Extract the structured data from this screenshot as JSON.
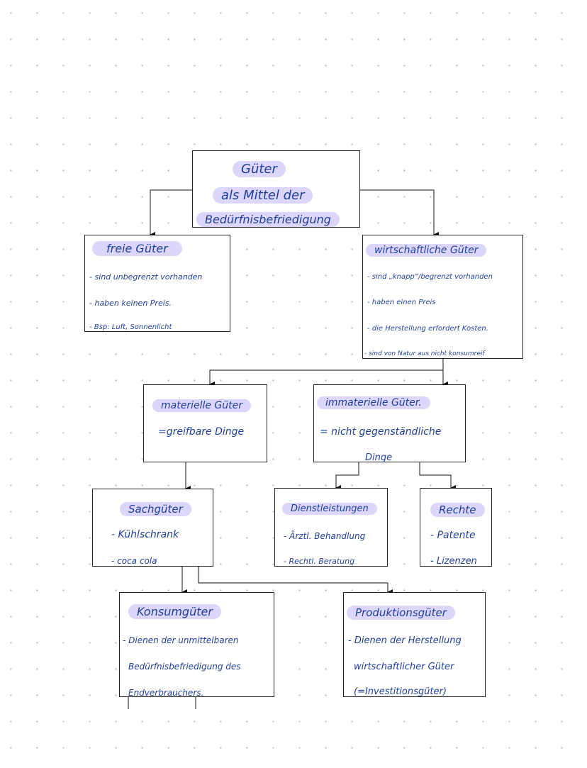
{
  "colors": {
    "ink": "#1f3f9a",
    "highlight": "#dcd6fb",
    "border": "#222222",
    "grid_dot": "#b9b9b9"
  },
  "root": {
    "title_1": "Güter",
    "title_2": "als Mittel der",
    "title_3": "Bedürfnisbefriedigung"
  },
  "freie": {
    "title": "freie Güter",
    "items": [
      "- sind unbegrenzt vorhanden",
      "- haben keinen Preis.",
      "- Bsp: Luft, Sonnenlicht"
    ]
  },
  "wirtschaftliche": {
    "title": "wirtschaftliche Güter",
    "items": [
      "- sind „knapp“/begrenzt vorhanden",
      "- haben einen Preis",
      "- die Herstellung erfordert Kosten.",
      "- sind von Natur aus nicht konsumreif"
    ]
  },
  "materielle": {
    "title": "materielle Güter",
    "items": [
      "=greifbare Dinge"
    ]
  },
  "immaterielle": {
    "title": "immaterielle Güter.",
    "items": [
      "= nicht gegenständliche",
      "Dinge"
    ]
  },
  "sachgueter": {
    "title": "Sachgüter",
    "items": [
      "- Kühlschrank",
      "- coca cola"
    ]
  },
  "dienstleistungen": {
    "title": "Dienstleistungen",
    "items": [
      "- Ärztl. Behandlung",
      "- Rechtl. Beratung"
    ]
  },
  "rechte": {
    "title": "Rechte",
    "items": [
      "- Patente",
      "- Lizenzen"
    ]
  },
  "konsum": {
    "title": "Konsumgüter",
    "items": [
      "- Dienen der unmittelbaren",
      "Bedürfnisbefriedigung des",
      "Endverbrauchers."
    ]
  },
  "produktion": {
    "title": "Produktionsgüter",
    "items": [
      "- Dienen der Herstellung",
      "wirtschaftlicher Güter",
      "(=Investitionsgüter)"
    ]
  }
}
